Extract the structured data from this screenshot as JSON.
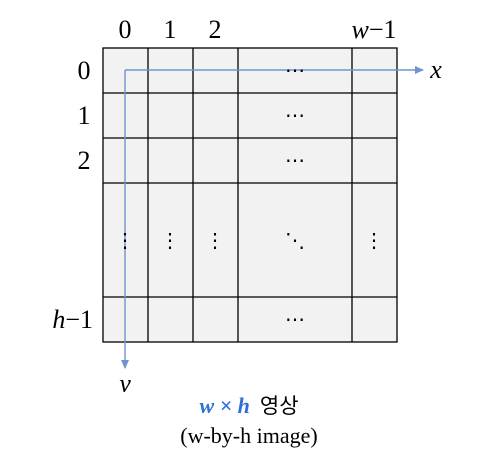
{
  "column_labels": {
    "c0": "0",
    "c1": "1",
    "c2": "2",
    "w_var": "w",
    "w_minus": "−1"
  },
  "row_labels": {
    "r0": "0",
    "r1": "1",
    "r2": "2",
    "h_var": "h",
    "h_minus": "−1"
  },
  "axes": {
    "x_label": "x",
    "y_label": "y",
    "color": "#6f95cf"
  },
  "ellipsis": {
    "horizontal": "⋯",
    "vertical": "⋮",
    "diagonal": "⋱"
  },
  "grid": {
    "fill_color": "#f2f2f2",
    "line_color": "#000000"
  },
  "caption": {
    "formula": "w × h",
    "korean": "영상",
    "english": "(w-by-h image)",
    "formula_color": "#2f6fd8"
  }
}
